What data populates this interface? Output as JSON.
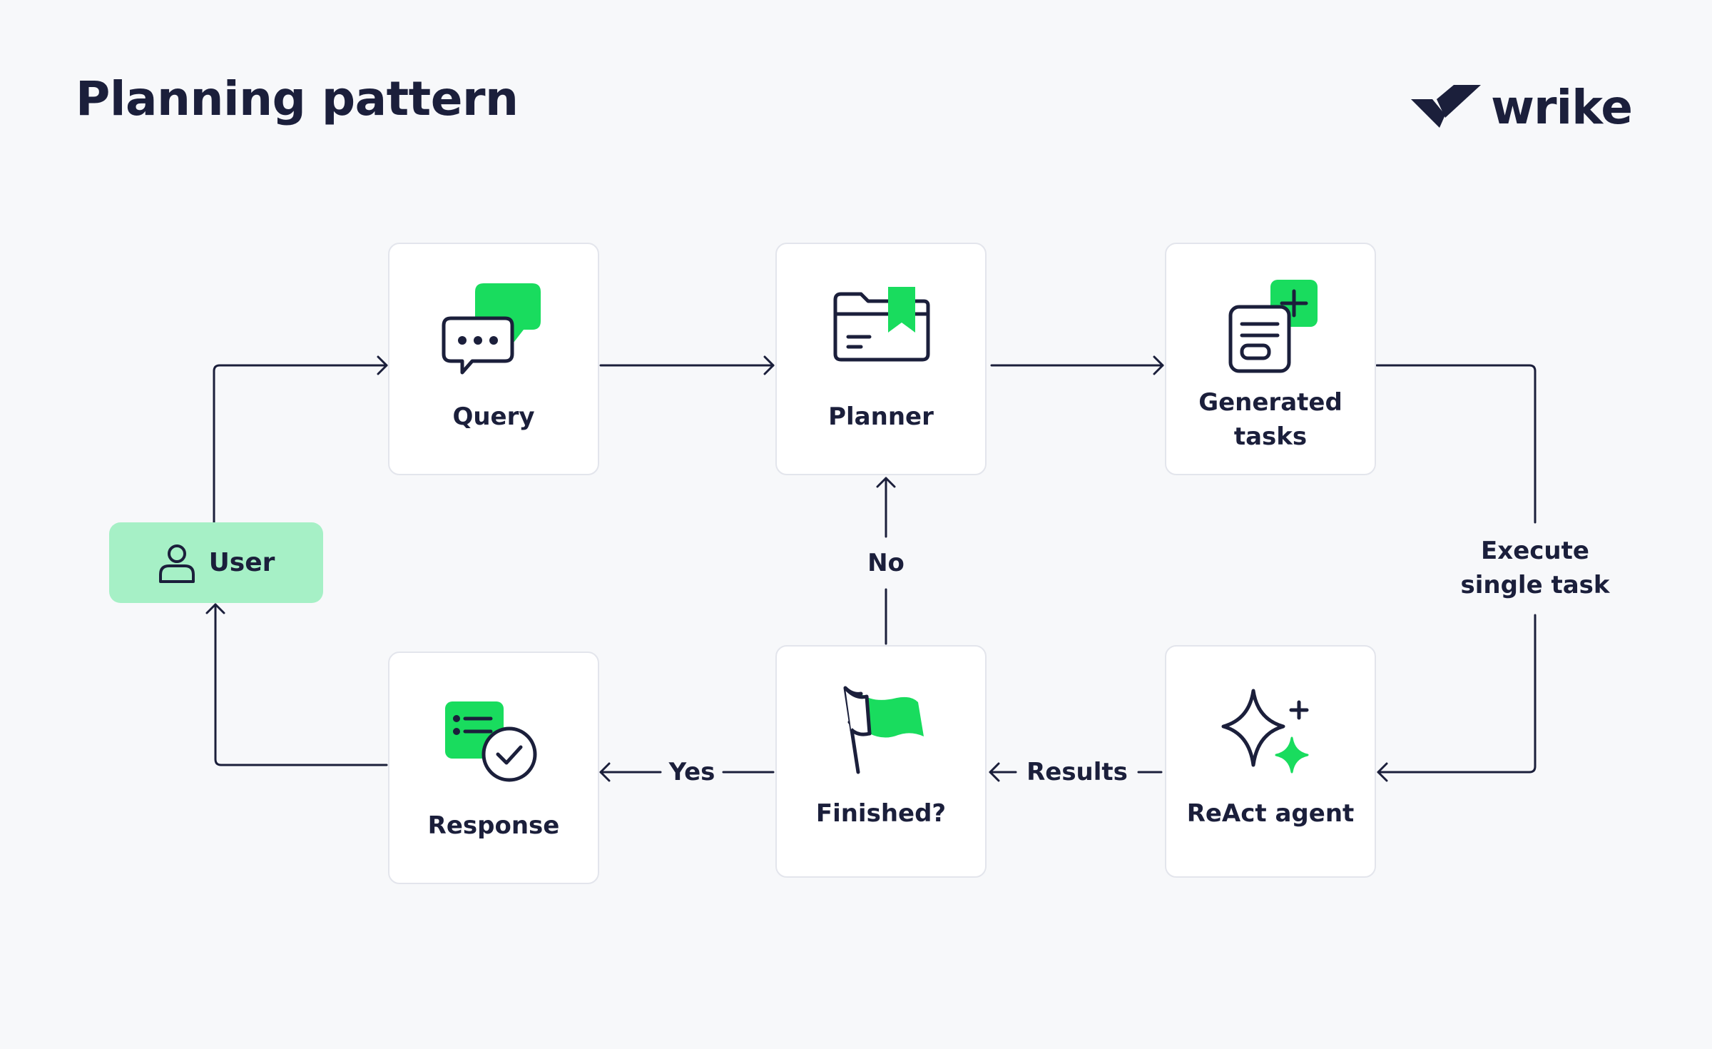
{
  "title": "Planning pattern",
  "brand": {
    "name": "wrike",
    "icon": "wrike-check-logo-icon"
  },
  "colors": {
    "accent": "#19dc5e",
    "accent_light": "#a6f0c6",
    "ink": "#1b1f3b",
    "background": "#f7f8fa",
    "card_border": "#e3e5ec"
  },
  "nodes": {
    "user": {
      "label": "User",
      "icon": "person-icon"
    },
    "query": {
      "label": "Query",
      "icon": "chat-bubbles-icon"
    },
    "planner": {
      "label": "Planner",
      "icon": "folder-bookmark-icon"
    },
    "generated_tasks": {
      "label_line1": "Generated",
      "label_line2": "tasks",
      "icon": "document-plus-icon"
    },
    "react_agent": {
      "label": "ReAct agent",
      "icon": "sparkle-stars-icon"
    },
    "finished": {
      "label": "Finished?",
      "icon": "flag-icon"
    },
    "response": {
      "label": "Response",
      "icon": "checklist-check-icon"
    }
  },
  "edges": {
    "execute_line1": "Execute",
    "execute_line2": "single task",
    "results": "Results",
    "no": "No",
    "yes": "Yes"
  }
}
